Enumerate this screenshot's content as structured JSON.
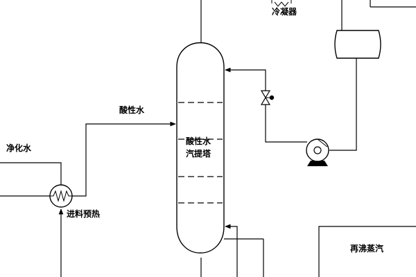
{
  "labels": {
    "condenser": "冷凝器",
    "acid_water": "酸性水",
    "purified_water": "净化水",
    "feed_preheat": "进料预热",
    "column_line1": "酸性水",
    "column_line2": "汽提塔",
    "reboiler_steam": "再沸蒸汽"
  }
}
